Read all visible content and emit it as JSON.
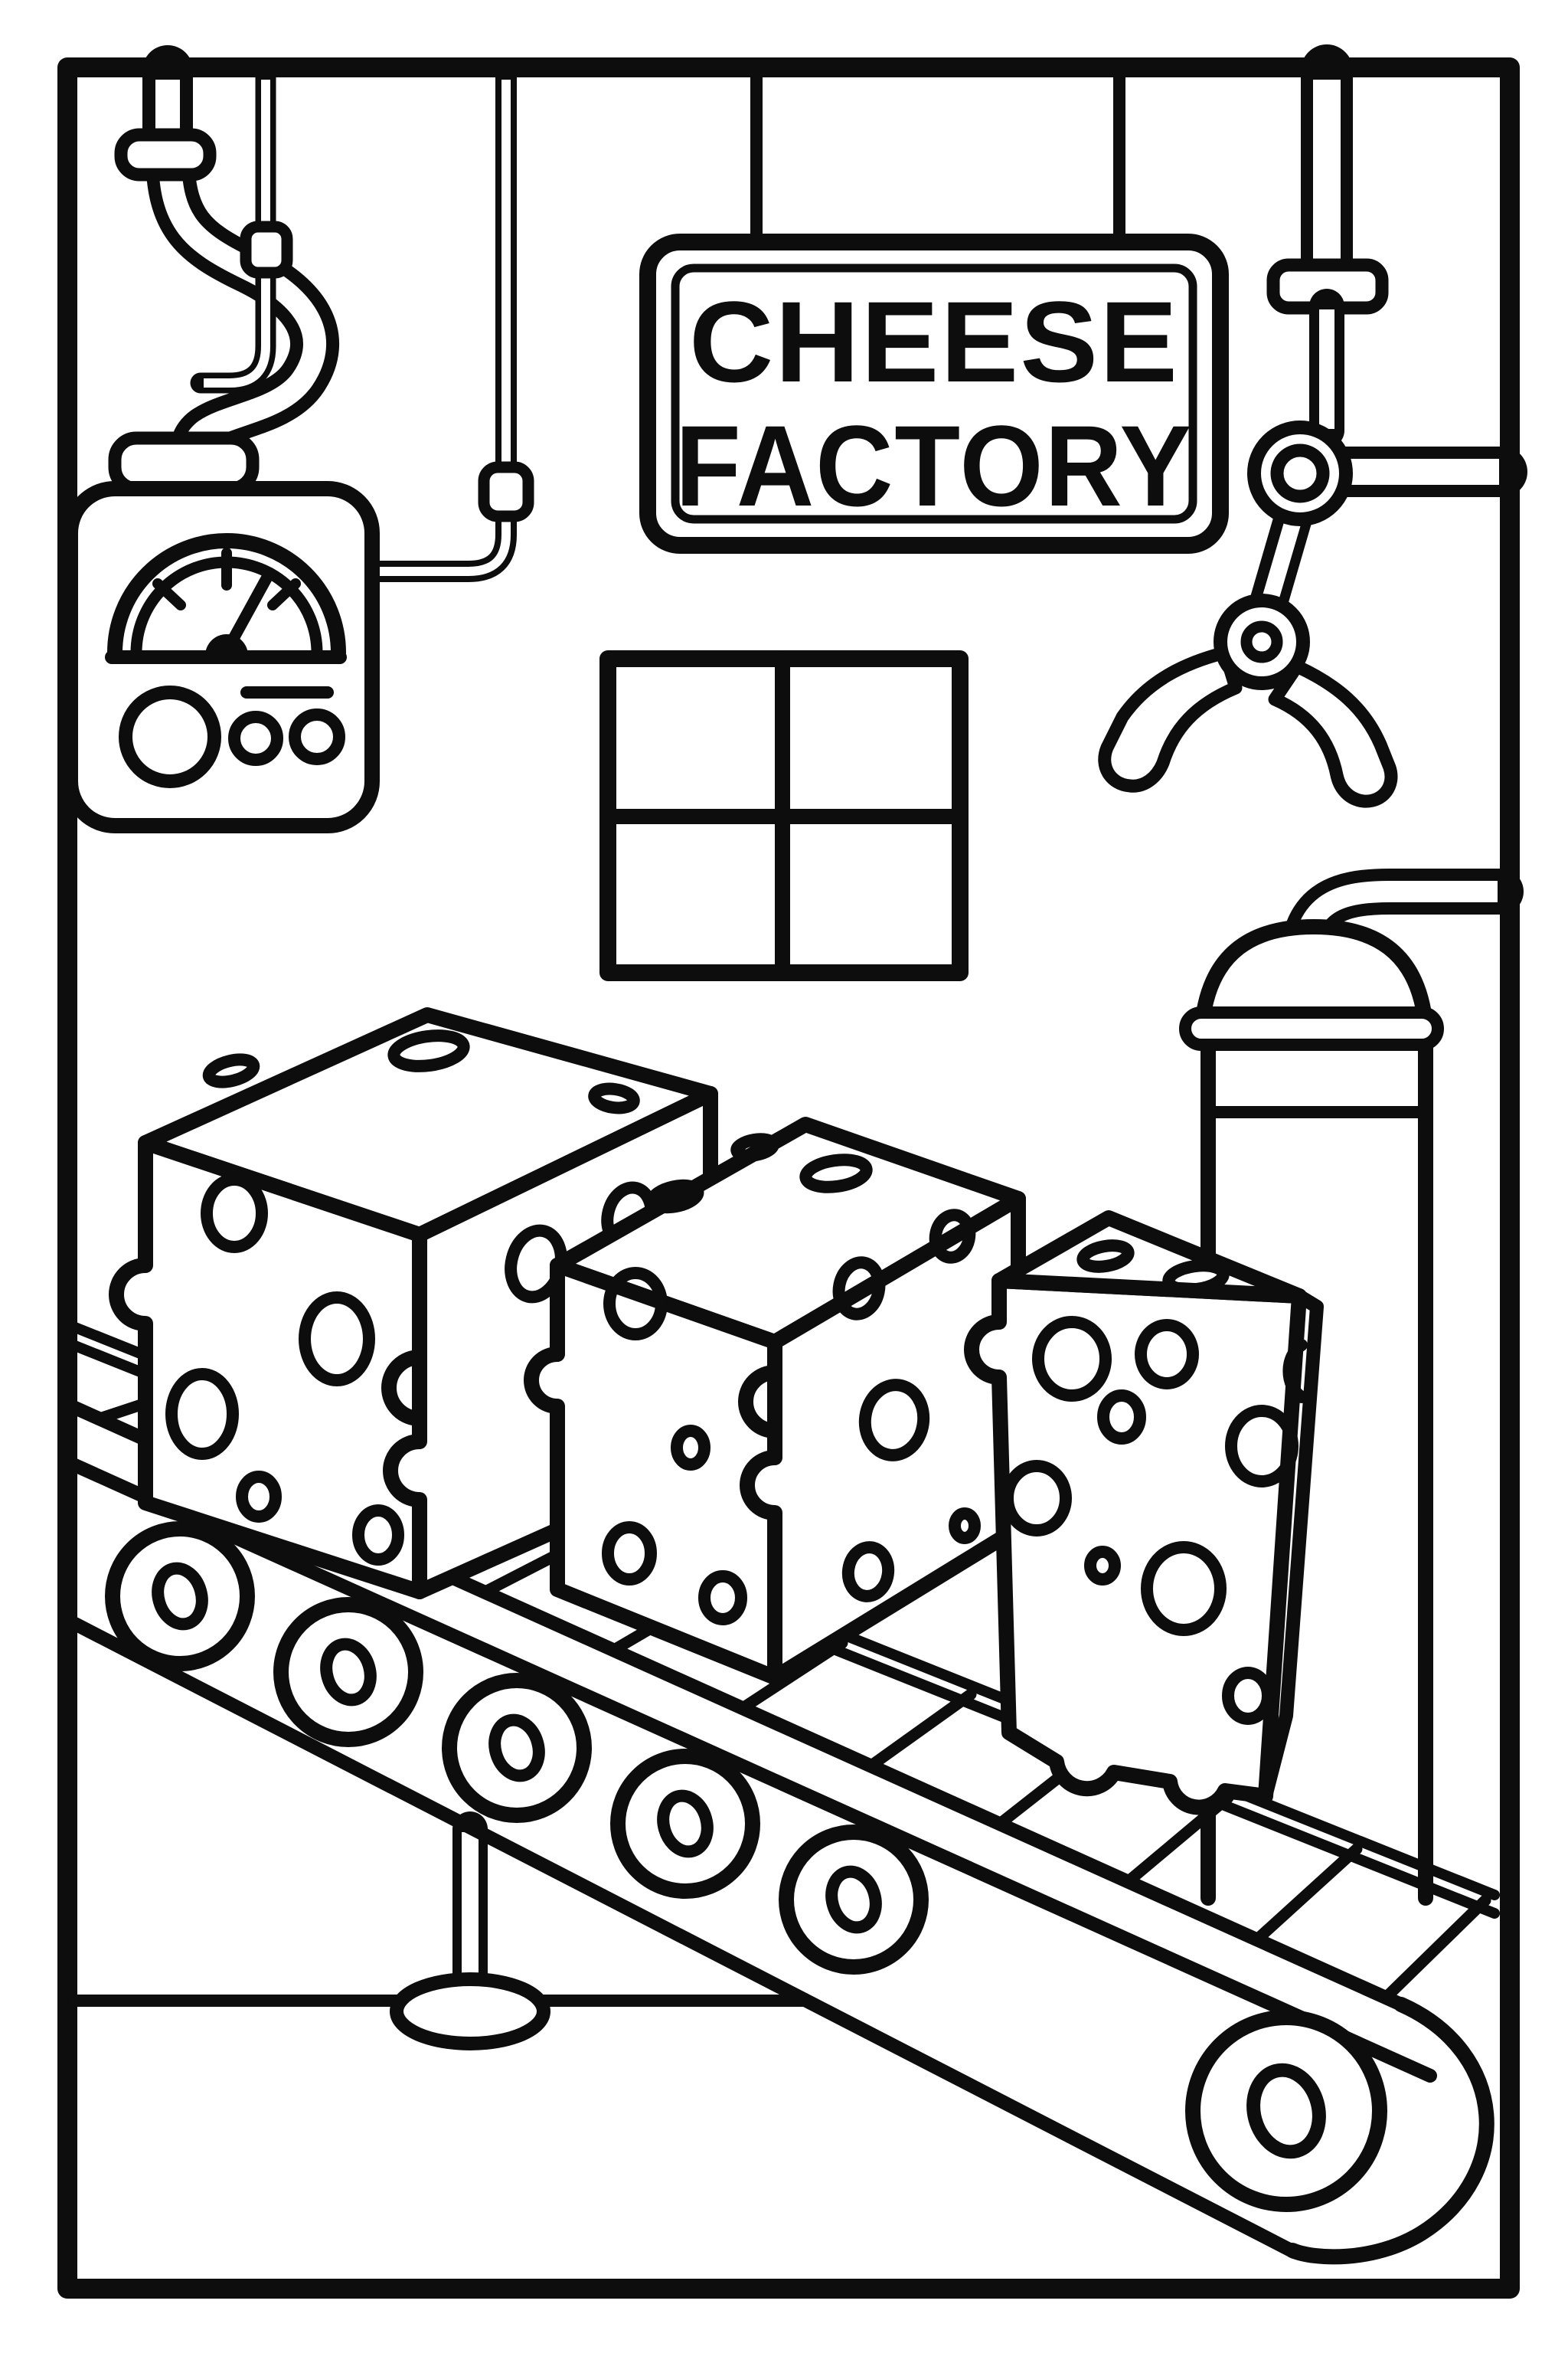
{
  "meta": {
    "title": "Cheese Factory coloring page"
  },
  "palette": {
    "ink": "#0d0d0d",
    "paper": "#ffffff"
  },
  "sign": {
    "line1": "CHEESE",
    "line2": "FACTORY"
  },
  "scene": {
    "objects": [
      "page-border-frame",
      "ceiling-pipe-large-with-flanges",
      "thin-pipe-left",
      "thin-pipe-right",
      "pressure-gauge-box",
      "gauge-dial-with-needle",
      "gauge-knob",
      "gauge-buttons",
      "hanging-sign",
      "four-pane-window",
      "robotic-claw-arm",
      "claw-rail",
      "claw-joints",
      "claw-fingers",
      "storage-tank-with-dome",
      "tank-pipe",
      "conveyor-belt",
      "conveyor-slats",
      "conveyor-rollers",
      "conveyor-support-leg",
      "floor-line",
      "cheese-block-left",
      "cheese-block-middle",
      "cheese-wedge-right"
    ]
  }
}
